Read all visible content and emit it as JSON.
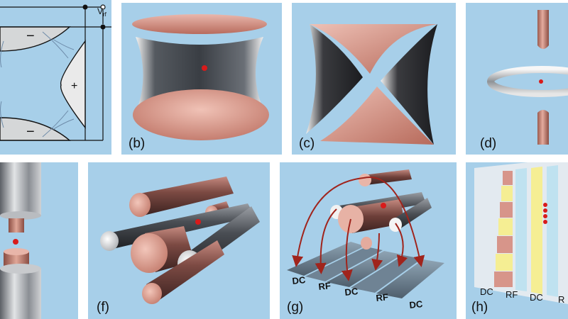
{
  "panels": {
    "a": {
      "minus_top": "−",
      "minus_bottom": "−",
      "plus": "+",
      "vrf_main": "V",
      "vrf_sub": "rf"
    },
    "b": {
      "label": "(b)"
    },
    "c": {
      "label": "(c)"
    },
    "d": {
      "label": "(d)"
    },
    "f": {
      "label": "(f)"
    },
    "g": {
      "label": "(g)",
      "electrodes": [
        "DC",
        "RF",
        "DC",
        "RF",
        "DC"
      ]
    },
    "h": {
      "label": "(h)",
      "electrodes": [
        "DC",
        "RF",
        "DC",
        "R"
      ]
    }
  },
  "colors": {
    "panel_bg": "#a7cfe9",
    "copper": "#d7958a",
    "steel": "#7c8086",
    "ion": "#d81b1b",
    "arrow": "#a0241c",
    "yellow_pad": "#f5ee93"
  }
}
